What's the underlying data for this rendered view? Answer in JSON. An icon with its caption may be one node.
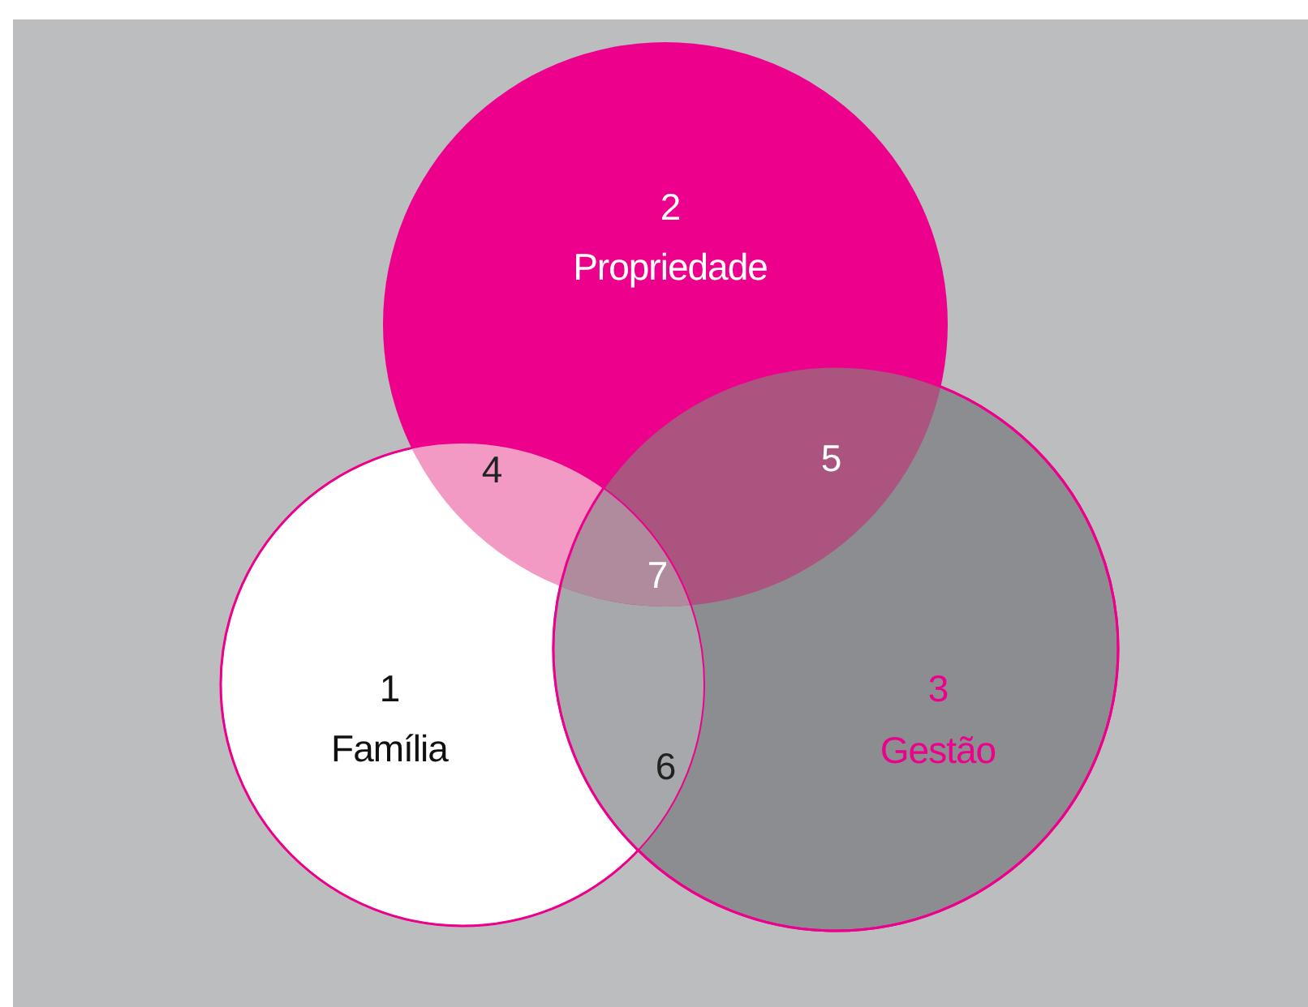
{
  "diagram": {
    "nodes": [
      {
        "text": [
          "2",
          "Propriedade"
        ]
      },
      {
        "text": [
          "1",
          "Família"
        ]
      },
      {
        "text": [
          "3",
          "Gestão"
        ]
      }
    ],
    "labels": [
      "4",
      "5",
      "7",
      "6"
    ]
  }
}
